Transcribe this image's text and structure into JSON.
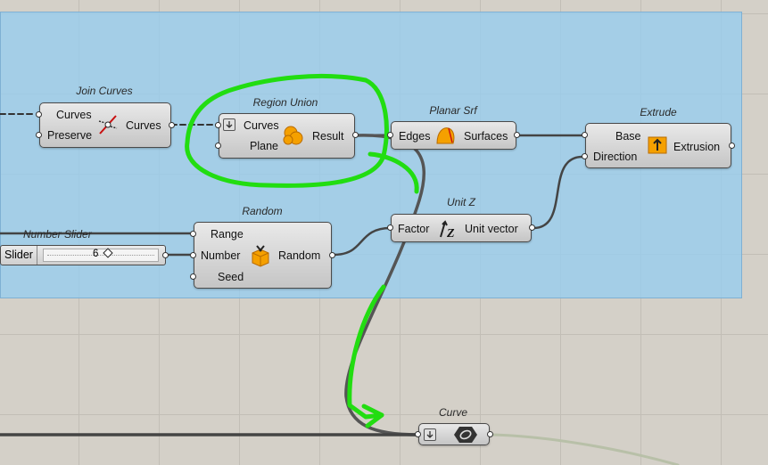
{
  "canvas": {
    "background": "#d4d0c8",
    "group_color": "#9ccbe8",
    "highlight_color": "#22dd11"
  },
  "components": {
    "join_curves": {
      "title": "Join Curves",
      "inputs": [
        "Curves",
        "Preserve"
      ],
      "outputs": [
        "Curves"
      ],
      "icon": "join-curves-icon"
    },
    "region_union": {
      "title": "Region Union",
      "inputs": [
        "Curves",
        "Plane"
      ],
      "outputs": [
        "Result"
      ],
      "icon": "region-union-icon"
    },
    "planar_srf": {
      "title": "Planar Srf",
      "inputs": [
        "Edges"
      ],
      "outputs": [
        "Surfaces"
      ],
      "icon": "planar-surface-icon"
    },
    "extrude": {
      "title": "Extrude",
      "inputs": [
        "Base",
        "Direction"
      ],
      "outputs": [
        "Extrusion"
      ],
      "icon": "extrude-icon"
    },
    "number_slider": {
      "title": "Number Slider",
      "name": "Slider",
      "value": "6"
    },
    "random": {
      "title": "Random",
      "inputs": [
        "Range",
        "Number",
        "Seed"
      ],
      "outputs": [
        "Random"
      ],
      "icon": "random-dice-icon"
    },
    "unit_z": {
      "title": "Unit Z",
      "inputs": [
        "Factor"
      ],
      "outputs": [
        "Unit vector"
      ],
      "icon": "unit-z-icon"
    },
    "curve": {
      "title": "Curve",
      "icon": "curve-param-icon"
    }
  }
}
